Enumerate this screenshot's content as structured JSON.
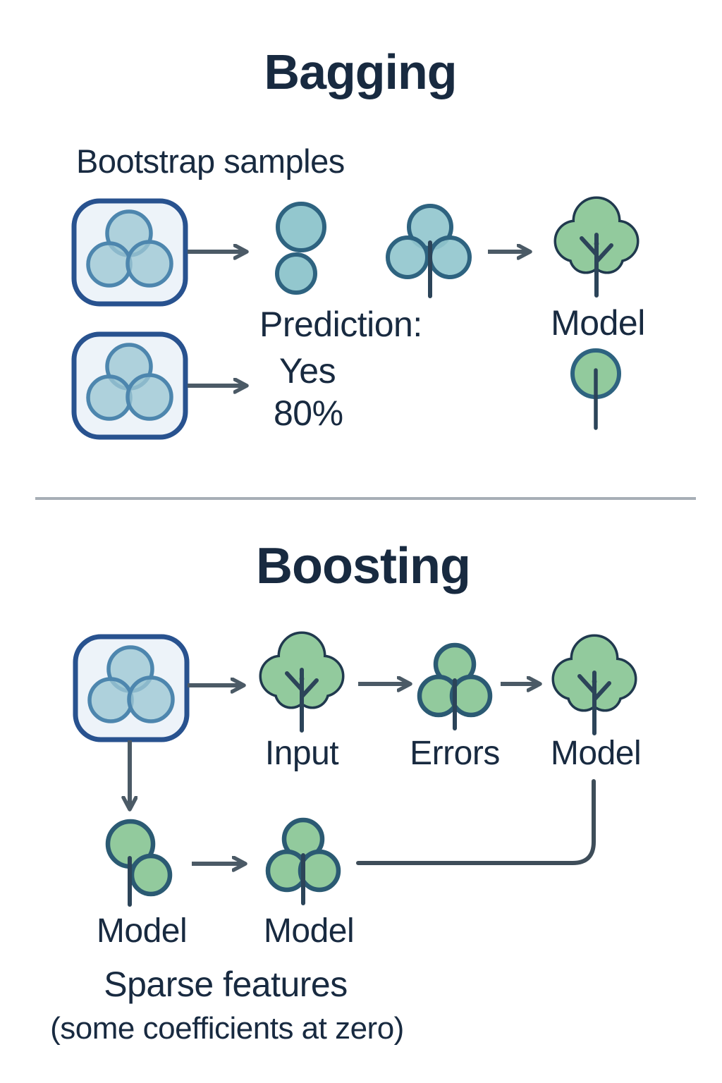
{
  "colors": {
    "text": "#182a40",
    "slate": "#4b5a66",
    "box_border": "#28528f",
    "box_fill": "#edf3f9",
    "box_circle_fill": "#9cc6d4",
    "box_circle_border": "#4d86ae",
    "teal_fill": "#93c7ce",
    "teal_border": "#2e6380",
    "green_fill": "#92ca9d",
    "green_tree_border": "#20394e",
    "green_circle_border": "#2b5a73",
    "stem": "#2c4459",
    "divider": "#a7aeb6"
  },
  "bagging": {
    "title": "Bagging",
    "samples_label": "Bootstrap samples",
    "prediction_label": "Prediction:",
    "prediction_answer": "Yes",
    "prediction_confidence": "80%",
    "model_label": "Model"
  },
  "boosting": {
    "title": "Boosting",
    "input_label": "Input",
    "errors_label": "Errors",
    "model_label_1": "Model",
    "model_label_2": "Model",
    "model_label_3": "Model",
    "sparse_label": "Sparse features",
    "sparse_note": "(some coefficients at zero)"
  },
  "icons": {
    "bootstrap_sample": "rounded-box-with-three-circles",
    "sample_pair": "two-stacked-circles",
    "sample_cluster": "three-circle-cluster-tree",
    "decision_tree": "quatrefoil-tree",
    "simple_model": "circle-with-stem",
    "arrow": "chevron-arrow"
  }
}
